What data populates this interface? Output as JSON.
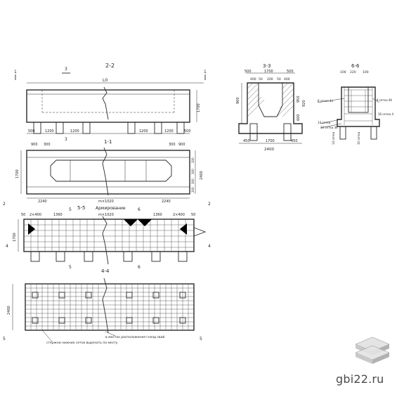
{
  "sections": {
    "s22": {
      "title": "2-2",
      "length": "L0",
      "height": "1700",
      "dims": [
        "500",
        "1200",
        "1200",
        "1200",
        "1200",
        "500"
      ],
      "cut_marks": [
        "1",
        "1",
        "3",
        "3",
        "4",
        "4"
      ]
    },
    "s11": {
      "title": "1-1",
      "height": "1700",
      "dims_top": [
        "900",
        "300",
        "300",
        "900"
      ],
      "dims_bottom": [
        "2240",
        "m×1020",
        "2240"
      ],
      "dims_right": [
        "200",
        "300",
        "300",
        "200"
      ],
      "side": "2400",
      "cut_marks": [
        "2",
        "2"
      ]
    },
    "s55": {
      "title": "5-5",
      "subtitle": "Армирование",
      "dims": [
        "50",
        "2×400",
        "1360",
        "m×1020",
        "1360",
        "2×400",
        "50"
      ],
      "height": "1700",
      "cut_marks": [
        "4",
        "4",
        "5",
        "5",
        "6",
        "6"
      ]
    },
    "s44": {
      "title": "4-4",
      "height": "2400",
      "notes": [
        "в местах расположения гнезд свай",
        "стержни нижних сеток вырезать по месту"
      ],
      "cut_marks": [
        "5",
        "5"
      ]
    },
    "s33": {
      "title": "3-3",
      "dims_top": [
        "500",
        "1700",
        "500"
      ],
      "dims_inner": [
        "400",
        "50",
        "200",
        "50",
        "400"
      ],
      "dims_bottom": [
        "450",
        "1700",
        "450"
      ],
      "width": "2400",
      "heights": [
        "900",
        "950",
        "920",
        "600"
      ]
    },
    "s66": {
      "title": "6-6",
      "dims_top": [
        "100",
        "220",
        "100"
      ],
      "labels": [
        "8 сетка 4а",
        "8 сетка 4б",
        "14 сетка",
        "10 сетка 3б",
        "16 сетка 4",
        "14 сетка",
        "10 сетка"
      ]
    }
  },
  "watermark": "gbi22.ru",
  "logo_icon": "stacked-slabs-icon"
}
